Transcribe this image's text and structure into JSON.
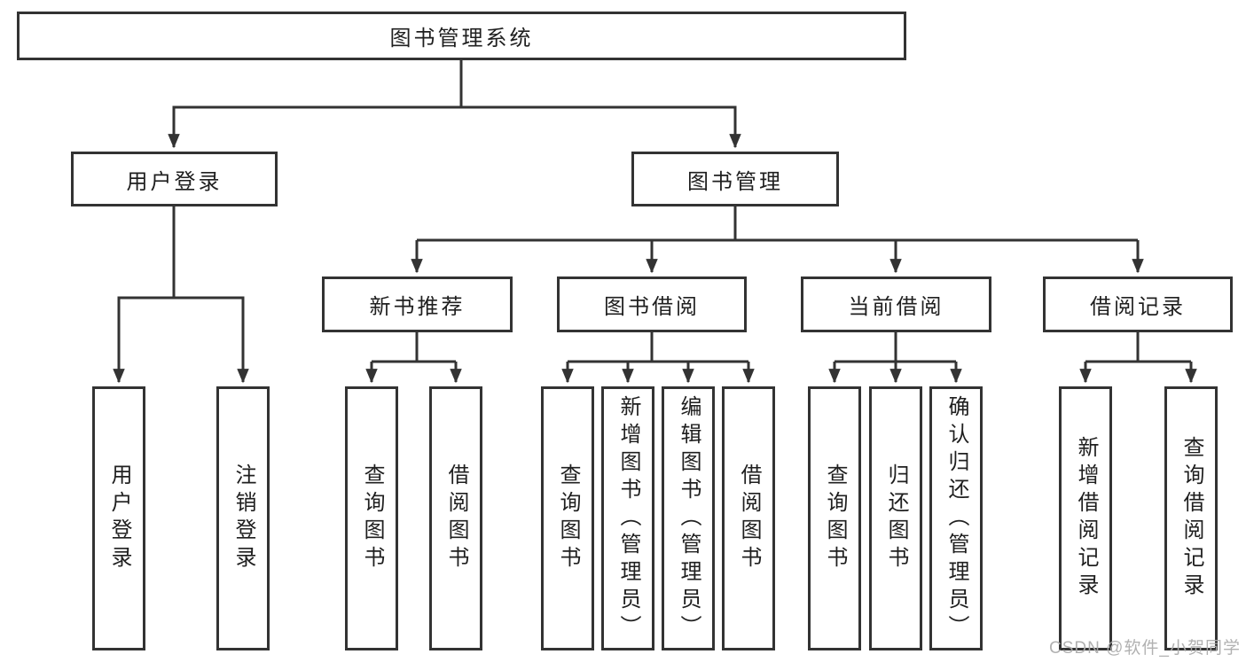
{
  "tree": {
    "root": {
      "label": "图书管理系统"
    },
    "branches": [
      {
        "label": "用户登录",
        "leaves": [
          {
            "label": "用户登录"
          },
          {
            "label": "注销登录"
          }
        ]
      },
      {
        "label": "图书管理",
        "groups": [
          {
            "label": "新书推荐",
            "leaves": [
              {
                "label": "查询图书"
              },
              {
                "label": "借阅图书"
              }
            ]
          },
          {
            "label": "图书借阅",
            "leaves": [
              {
                "label": "查询图书"
              },
              {
                "label": "新增图书（管理员）"
              },
              {
                "label": "编辑图书（管理员）"
              },
              {
                "label": "借阅图书"
              }
            ]
          },
          {
            "label": "当前借阅",
            "leaves": [
              {
                "label": "查询图书"
              },
              {
                "label": "归还图书"
              },
              {
                "label": "确认归还（管理员）"
              }
            ]
          },
          {
            "label": "借阅记录",
            "leaves": [
              {
                "label": "新增借阅记录"
              },
              {
                "label": "查询借阅记录"
              }
            ]
          }
        ]
      }
    ]
  },
  "watermark": {
    "text": "CSDN @软件_小贺同学"
  },
  "colors": {
    "line": "#333333",
    "box_border": "#333333",
    "background": "#ffffff",
    "text": "#1f1f1f",
    "watermark": "#adadad"
  }
}
